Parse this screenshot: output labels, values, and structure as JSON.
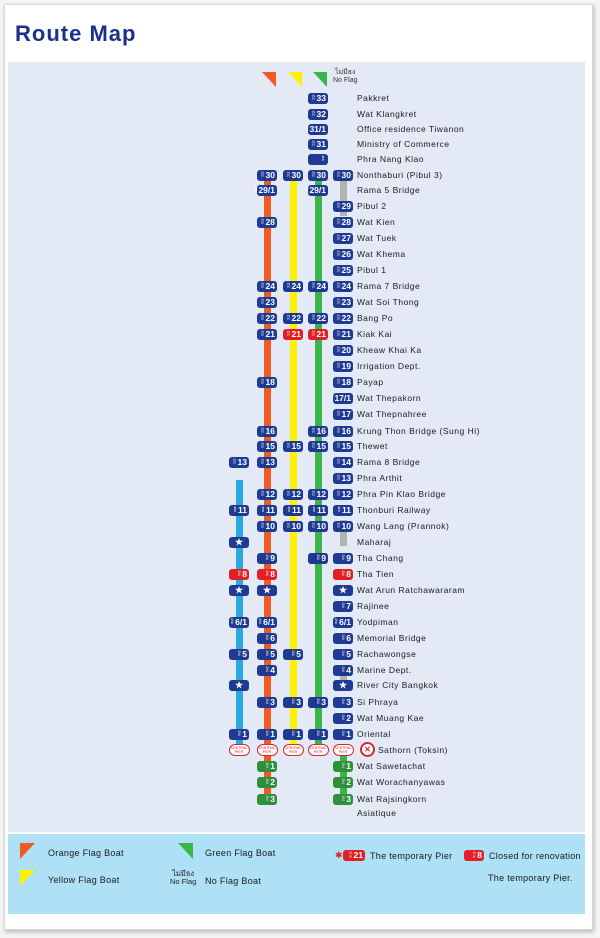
{
  "title": "Route Map",
  "colors": {
    "orange": "#f15a24",
    "yellow": "#fff200",
    "green": "#39b54a",
    "gray": "#b3b3b3",
    "blue_line": "#27aae1",
    "badge_blue": "#1e3a93",
    "badge_red": "#e21f26"
  },
  "header_noflag": {
    "thai": "ไม่มีธง",
    "english": "No Flag"
  },
  "stations": [
    "Pakkret",
    "Wat Klangkret",
    "Office residence Tiwanon",
    "Ministry of Commerce",
    "Phra Nang Klao",
    "Nonthaburi (Pibul 3)",
    "Rama 5 Bridge",
    "Pibul 2",
    "Wat Kien",
    "Wat Tuek",
    "Wat Khema",
    "Pibul 1",
    "Rama 7 Bridge",
    "Wat Soi Thong",
    "Bang Po",
    "Kiak Kai",
    "Kheaw Khai Ka",
    "Irrigation Dept.",
    "Payap",
    "Wat Thepakorn",
    "Wat Thepnahree",
    "Krung Thon Bridge (Sung Hi)",
    "Thewet",
    "Rama 8 Bridge",
    "Phra Arthit",
    "Phra Pin Klao Bridge",
    "Thonburi Railway",
    "Wang Lang (Prannok)",
    "Maharaj",
    "Tha Chang",
    "Tha Tien",
    "Wat Arun Ratchawararam",
    "Rajinee",
    "Yodpiman",
    "Memorial Bridge",
    "Rachawongse",
    "Marine Dept.",
    "River City Bangkok",
    "Si Phraya",
    "Wat Muang Kae",
    "Oriental",
    "Sathorn (Toksin)",
    "Wat Sawetachat",
    "Wat Worachanyawas",
    "Wat Rajsingkorn",
    "Asiatique"
  ],
  "pier_label": "CENTRAL PIER",
  "legend": {
    "orange": "Orange Flag Boat",
    "yellow": "Yellow Flag Boat",
    "green": "Green Flag Boat",
    "noflag_thai": "ไม่มีธง",
    "noflag_en": "No Flag",
    "noflag": "No Flag Boat",
    "temp_pier_num": "21",
    "temp_pier": "The temporary Pier",
    "closed_num": "8",
    "closed": "Closed for renovation",
    "temp_pier2": "The temporary Pier."
  }
}
